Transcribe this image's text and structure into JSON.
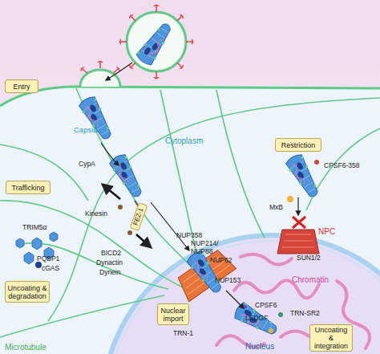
{
  "diagram": {
    "nodes": [
      {
        "text": [
          "Entry"
        ]
      },
      {
        "text": [
          "Restriction"
        ]
      },
      {
        "text": [
          "Trafficking"
        ]
      },
      {
        "text": [
          "FEZ-1"
        ]
      },
      {
        "text": [
          "Uncoating & degradation"
        ]
      },
      {
        "text": [
          "Nuclear import"
        ]
      },
      {
        "text": [
          "Uncoating & integration"
        ]
      }
    ],
    "labels": [
      "Capsid",
      "CypA",
      "Cytoplasm",
      "CPSF6-358",
      "TRIM5α",
      "Kinesin",
      "MxB",
      "NPC",
      "NUP358",
      "NUP214/ NUP88",
      "PQBP1",
      "cGAS",
      "BICD2",
      "Dynactin",
      "Dynein",
      "SUN1/2",
      "NUP62",
      "NUP153",
      "Chromatin",
      "CPSF6",
      "TRN-SR2",
      "LEDGF",
      "TRN-1",
      "Nucleus",
      "Microtubule"
    ]
  }
}
